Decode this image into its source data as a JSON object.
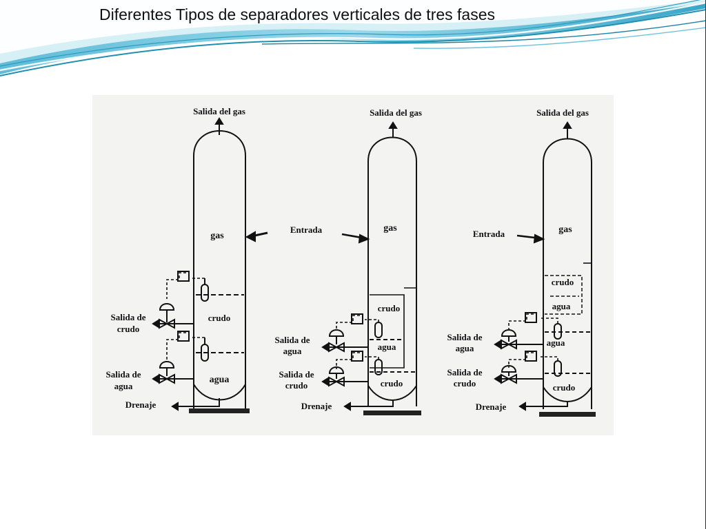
{
  "slide": {
    "title": "Diferentes Tipos de separadores verticales de tres fases"
  },
  "colors": {
    "wave_dark": "#1f8fb0",
    "wave_light": "#8fd3e6",
    "wave_pale": "#c9ecf5",
    "ink": "#111111"
  },
  "separators": [
    {
      "gas_outlet": "Salida del gas",
      "zone_gas": "gas",
      "zone_upper_liquid": "crudo",
      "zone_lower_liquid": "agua",
      "outlet_upper": [
        "Salida de",
        "crudo"
      ],
      "outlet_lower": [
        "Salida de",
        "agua"
      ],
      "drain": "Drenaje"
    },
    {
      "gas_outlet": "Salida del gas",
      "inlet": "Entrada",
      "zone_gas": "gas",
      "zone_crudo_box": "crudo",
      "zone_agua_box": "agua",
      "zone_bottom": "crudo",
      "outlet_upper": [
        "Salida de",
        "agua"
      ],
      "outlet_lower": [
        "Salida de",
        "crudo"
      ],
      "drain": "Drenaje"
    },
    {
      "gas_outlet": "Salida del gas",
      "inlet": "Entrada",
      "zone_gas": "gas",
      "zone_crudo_box": "crudo",
      "zone_agua_box": "agua",
      "zone_agua_mid": "agua",
      "zone_bottom": "crudo",
      "outlet_upper": [
        "Salida de",
        "agua"
      ],
      "outlet_lower": [
        "Salida de",
        "crudo"
      ],
      "drain": "Drenaje"
    }
  ]
}
